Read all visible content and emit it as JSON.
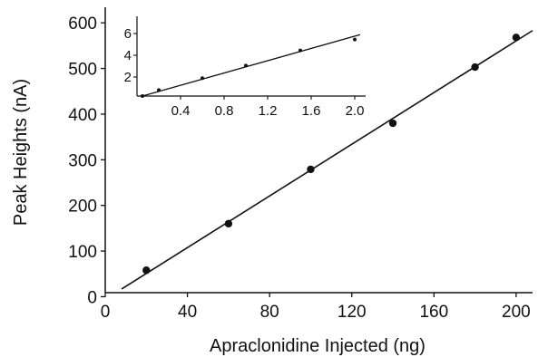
{
  "chart_data": [
    {
      "type": "scatter",
      "panel": "main",
      "xlabel": "Apraclonidine Injected (ng)",
      "ylabel": "Peak Heights (nA)",
      "xlim": [
        0,
        208
      ],
      "ylim": [
        -10,
        650
      ],
      "xticks": [
        0,
        40,
        80,
        120,
        160,
        200
      ],
      "yticks": [
        0,
        100,
        200,
        300,
        400,
        500,
        600
      ],
      "xtick_labels": [
        "0",
        "40",
        "80",
        "120",
        "160",
        "200"
      ],
      "ytick_labels": [
        "0",
        "100",
        "200",
        "300",
        "400",
        "500",
        "600"
      ],
      "points": [
        {
          "x": 20,
          "y": 58
        },
        {
          "x": 60,
          "y": 160
        },
        {
          "x": 100,
          "y": 279
        },
        {
          "x": 140,
          "y": 380
        },
        {
          "x": 180,
          "y": 503
        },
        {
          "x": 200,
          "y": 568
        }
      ],
      "fit_line": {
        "x": [
          8,
          208
        ],
        "y": [
          17,
          583
        ]
      },
      "grid": false,
      "legend": "none"
    },
    {
      "type": "scatter",
      "panel": "inset",
      "xlabel": "",
      "ylabel": "",
      "xlim": [
        0,
        2.1
      ],
      "ylim": [
        0,
        7.5
      ],
      "xticks": [
        0.4,
        0.8,
        1.2,
        1.6,
        2.0
      ],
      "yticks": [
        2,
        4,
        6
      ],
      "xtick_labels": [
        "0.4",
        "0.8",
        "1.2",
        "1.6",
        "2.0"
      ],
      "ytick_labels": [
        "2",
        "4",
        "6"
      ],
      "points": [
        {
          "x": 0.05,
          "y": 0.25
        },
        {
          "x": 0.2,
          "y": 0.8
        },
        {
          "x": 0.6,
          "y": 1.9
        },
        {
          "x": 1.0,
          "y": 3.05
        },
        {
          "x": 1.5,
          "y": 4.45
        },
        {
          "x": 2.0,
          "y": 5.45
        }
      ],
      "fit_line": {
        "x": [
          0.05,
          2.05
        ],
        "y": [
          0.25,
          5.9
        ]
      },
      "grid": false,
      "legend": "none"
    }
  ]
}
